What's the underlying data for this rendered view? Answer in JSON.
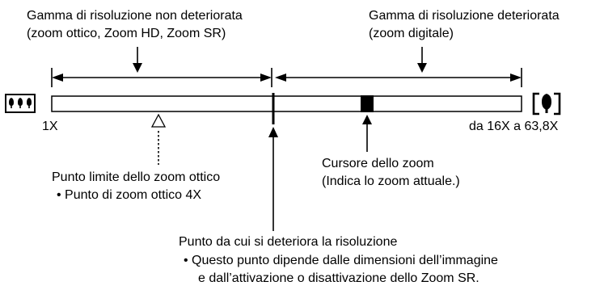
{
  "header": {
    "left_line1": "Gamma di risoluzione non deteriorata",
    "left_line2": "(zoom ottico, Zoom HD, Zoom SR)",
    "right_line1": "Gamma di risoluzione deteriorata",
    "right_line2": "(zoom digitale)"
  },
  "scale": {
    "min_label": "1X",
    "max_label": "da 16X a 63,8X",
    "wide_icon": "wide-angle-icon",
    "tele_icon": "telephoto-icon"
  },
  "annotations": {
    "cursor_line1": "Cursore dello zoom",
    "cursor_line2": "(Indica lo zoom attuale.)",
    "optical_line1": "Punto limite dello zoom ottico",
    "optical_line2": "•  Punto di zoom ottico 4X",
    "deteriorate_line1": "Punto da cui si deteriora la risoluzione",
    "deteriorate_line2": "•  Questo punto dipende dalle dimensioni dell’immagine",
    "deteriorate_line3": "e dall’attivazione o disattivazione dello Zoom SR."
  },
  "colors": {
    "ink": "#000000",
    "bar_fill": "#ffffff"
  }
}
